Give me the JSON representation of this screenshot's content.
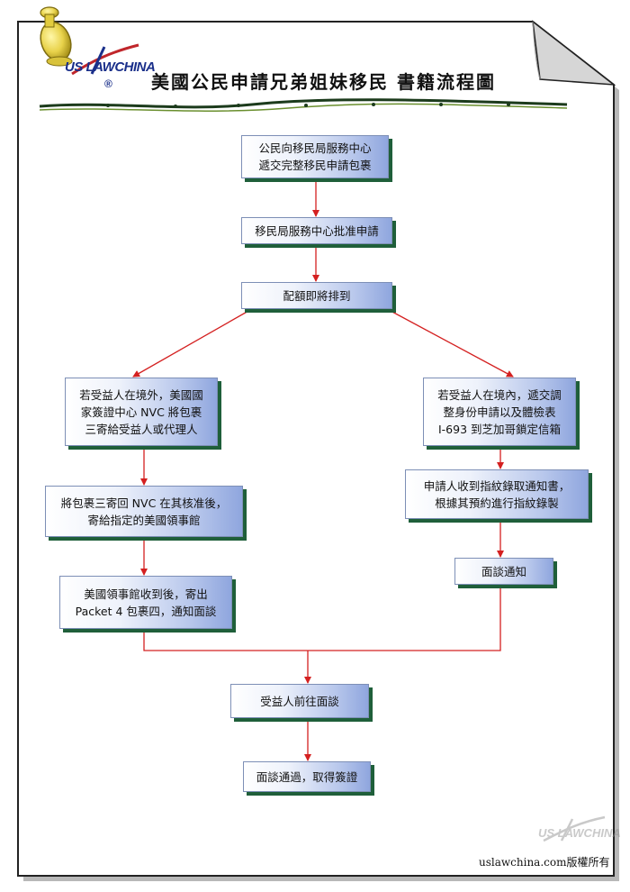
{
  "header": {
    "logo_text": "US LAWCHINA",
    "logo_mark": "®",
    "title": "美國公民申請兄弟姐妹移民 書籍流程圖"
  },
  "flow": {
    "step1": "公民向移民局服務中心\n遞交完整移民申請包裹",
    "step2": "移民局服務中心批准申請",
    "step3": "配額即將排到",
    "left1": "若受益人在境外，美國國\n家簽證中心 NVC 將包裹\n三寄給受益人或代理人",
    "left2": "將包裹三寄回 NVC 在其核准後，\n寄給指定的美國領事館",
    "left3": "美國領事館收到後，寄出\nPacket 4 包裹四，通知面談",
    "right1": "若受益人在境內，遞交調\n整身份申請以及體檢表\nI-693 到芝加哥鎖定信箱",
    "right2": "申請人收到指紋錄取通知書，\n根據其預約進行指紋錄製",
    "right3": "面談通知",
    "step4": "受益人前往面談",
    "step5": "面談通過，取得簽證"
  },
  "footer": {
    "watermark_text": "US LAWCHINA",
    "copyright": "uslawchina.com版權所有"
  },
  "colors": {
    "arrow": "#d42020",
    "box_border": "#7d8fb6",
    "box_shadow": "#1f5f3a",
    "logo": "#1a2f8a"
  }
}
